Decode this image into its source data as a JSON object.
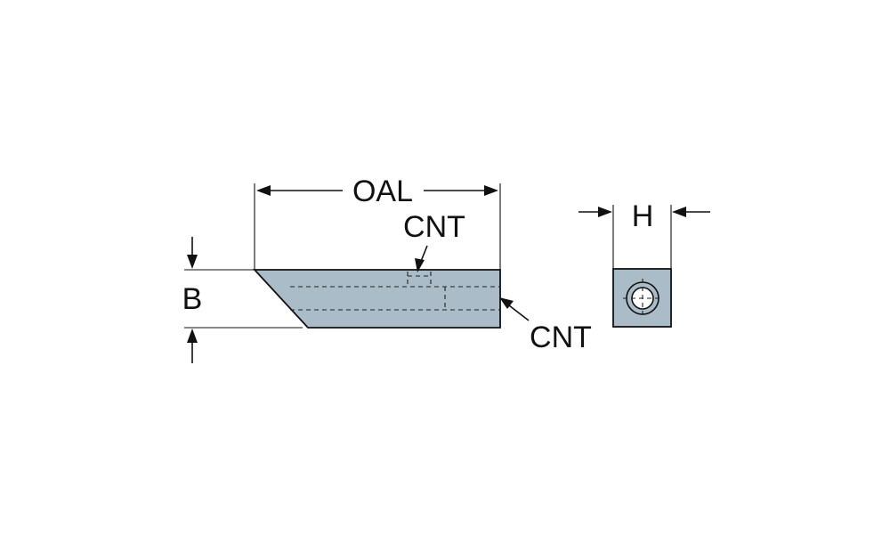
{
  "colors": {
    "body_fill": "#a9bcc7",
    "outline": "#111111",
    "background": "#ffffff"
  },
  "labels": {
    "oal": "OAL",
    "b": "B",
    "h": "H",
    "cnt_top": "CNT",
    "cnt_right": "CNT"
  }
}
